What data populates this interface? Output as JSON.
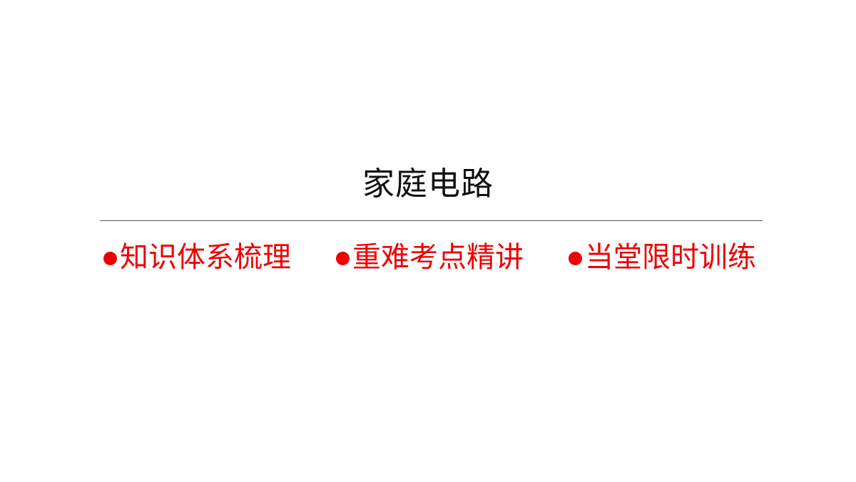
{
  "slide": {
    "title": "家庭电路",
    "menu": [
      {
        "label": "知识体系梳理"
      },
      {
        "label": "重难考点精讲"
      },
      {
        "label": "当堂限时训练"
      }
    ],
    "colors": {
      "title": "#111111",
      "accent": "#ee0000",
      "divider": "#555555",
      "background": "#ffffff"
    }
  }
}
